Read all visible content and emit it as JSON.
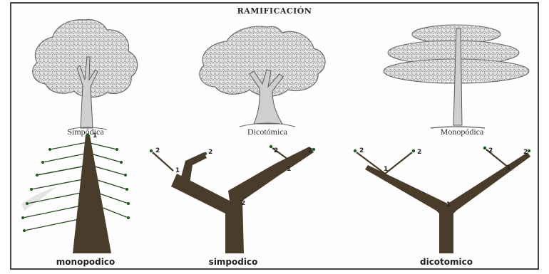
{
  "title": "RAMIFICACIÓN",
  "tree_labels": {
    "left": "Simpódica",
    "middle": "Dicotómica",
    "right": "Monopódica"
  },
  "diagram_labels": {
    "left": "monopodico",
    "middle": "simpodico",
    "right": "dicotomico"
  },
  "branch_numbers": {
    "one": "1",
    "two": "2"
  },
  "colors": {
    "trunk": "#4a3c2a",
    "foliage": "#d9d9d9",
    "outline": "#6b6b6b",
    "frame": "#444444"
  }
}
